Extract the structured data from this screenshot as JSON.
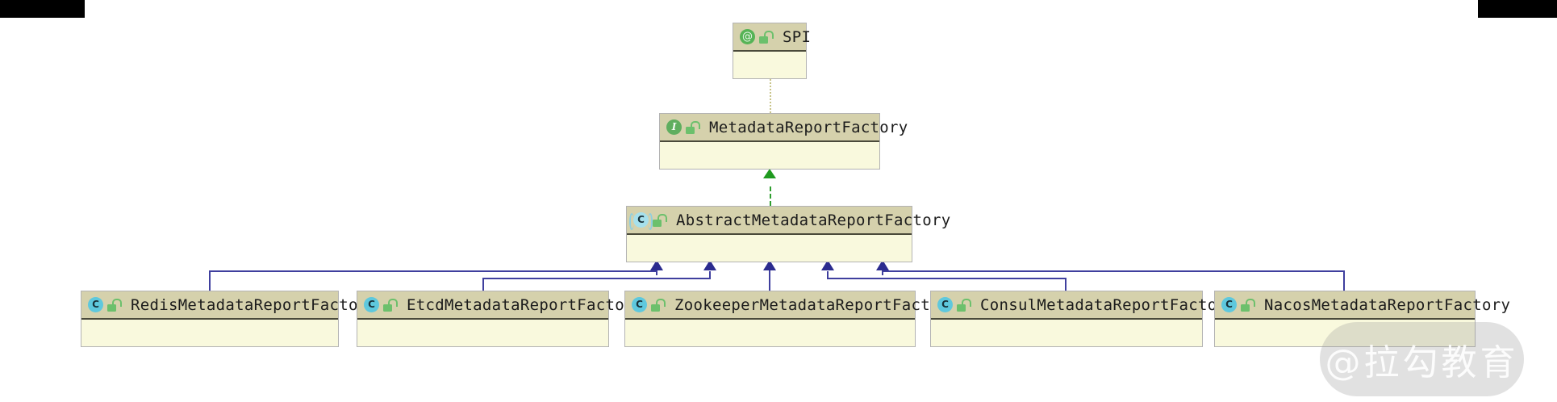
{
  "diagram": {
    "type": "uml-class-diagram",
    "colors": {
      "node_header": "#d5d1ac",
      "node_body": "#f9f9dd",
      "node_border": "#b3b3b3",
      "inheritance_arrow": "#2b2b8f",
      "realization_arrow": "#1f9a1f",
      "annotation_link": "#c9c48a",
      "annotation_icon": "#56b356",
      "interface_icon": "#5fae5f",
      "class_icon": "#5ec8dd",
      "abstract_class_icon": "#a6e0ec",
      "lock_icon": "#6cc06c"
    },
    "nodes": [
      {
        "id": "spi",
        "name": "SPI",
        "stereotype": "annotation",
        "icon": "annotation-icon",
        "lock": "unlocked-padlock-icon"
      },
      {
        "id": "iface",
        "name": "MetadataReportFactory",
        "stereotype": "interface",
        "icon": "interface-icon",
        "lock": "unlocked-padlock-icon"
      },
      {
        "id": "abstract",
        "name": "AbstractMetadataReportFactory",
        "stereotype": "abstract-class",
        "icon": "abstract-class-icon",
        "lock": "unlocked-padlock-icon"
      },
      {
        "id": "redis",
        "name": "RedisMetadataReportFactory",
        "stereotype": "class",
        "icon": "class-icon",
        "lock": "unlocked-padlock-icon"
      },
      {
        "id": "etcd",
        "name": "EtcdMetadataReportFactory",
        "stereotype": "class",
        "icon": "class-icon",
        "lock": "unlocked-padlock-icon"
      },
      {
        "id": "zookeeper",
        "name": "ZookeeperMetadataReportFactory",
        "stereotype": "class",
        "icon": "class-icon",
        "lock": "unlocked-padlock-icon"
      },
      {
        "id": "consul",
        "name": "ConsulMetadataReportFactory",
        "stereotype": "class",
        "icon": "class-icon",
        "lock": "unlocked-padlock-icon"
      },
      {
        "id": "nacos",
        "name": "NacosMetadataReportFactory",
        "stereotype": "class",
        "icon": "class-icon",
        "lock": "unlocked-padlock-icon"
      }
    ],
    "edges": [
      {
        "from": "spi",
        "to": "iface",
        "kind": "annotation-link",
        "style": "dotted"
      },
      {
        "from": "abstract",
        "to": "iface",
        "kind": "realization",
        "style": "dashed-arrow"
      },
      {
        "from": "redis",
        "to": "abstract",
        "kind": "generalization",
        "style": "solid-arrow"
      },
      {
        "from": "etcd",
        "to": "abstract",
        "kind": "generalization",
        "style": "solid-arrow"
      },
      {
        "from": "zookeeper",
        "to": "abstract",
        "kind": "generalization",
        "style": "solid-arrow"
      },
      {
        "from": "consul",
        "to": "abstract",
        "kind": "generalization",
        "style": "solid-arrow"
      },
      {
        "from": "nacos",
        "to": "abstract",
        "kind": "generalization",
        "style": "solid-arrow"
      }
    ]
  },
  "watermark": {
    "text": "@拉勾教育"
  }
}
